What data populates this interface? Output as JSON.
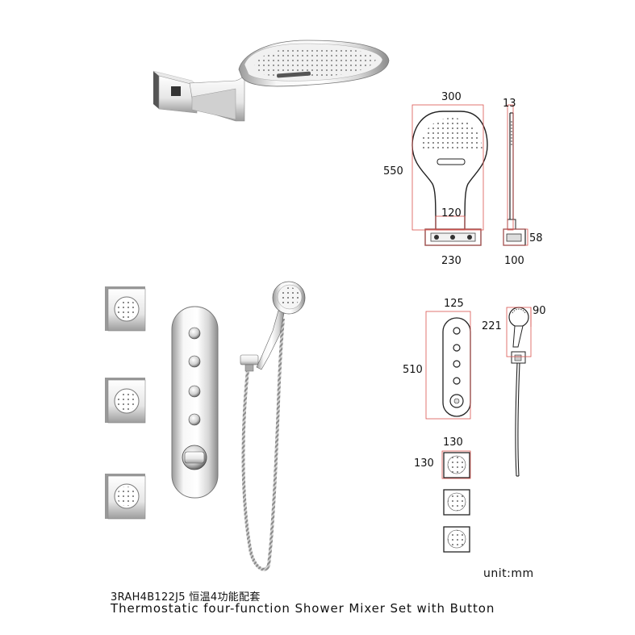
{
  "dimensions": {
    "head_width": "300",
    "head_height": "550",
    "head_depth": "13",
    "neck_width": "120",
    "base_width": "230",
    "base_depth": "100",
    "base_height": "58",
    "panel_width": "125",
    "panel_height": "510",
    "hand_height": "221",
    "hand_diameter": "90",
    "jet_width": "130",
    "jet_height": "130"
  },
  "unit_label": "unit:mm",
  "caption": {
    "model": "3RAH4B122J5   恒温4功能配套",
    "description": "Thermostatic four-function Shower Mixer Set with Button"
  },
  "colors": {
    "dimension_line": "#d9534f",
    "outline": "#222222",
    "chrome_light": "#f4f4f4",
    "chrome_dark": "#8a8a8a"
  }
}
